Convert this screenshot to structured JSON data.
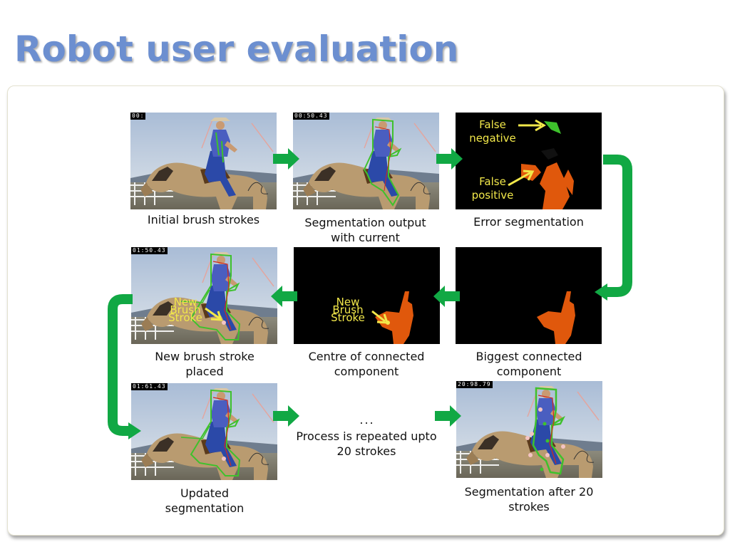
{
  "title": "Robot user evaluation",
  "colors": {
    "title": "#6c8fd0",
    "arrow": "#11a844",
    "mask": "#e0580c",
    "label": "#f2e84a",
    "outline_green": "#3ec12c",
    "outline_red": "#d42a1a"
  },
  "steps": [
    {
      "caption": "Initial brush strokes",
      "timestamp": "00:"
    },
    {
      "caption": "Segmentation output with current",
      "timestamp": "00:50.43"
    },
    {
      "caption": "Error segmentation",
      "labels": {
        "false_negative": "False negative",
        "false_positive": "False positive"
      }
    },
    {
      "caption": "Biggest connected component"
    },
    {
      "caption": "Centre of connected component",
      "label": "New Brush Stroke"
    },
    {
      "caption": "New brush stroke placed",
      "timestamp": "01:50.43",
      "label": "New Brush Stroke"
    },
    {
      "caption": "Updated segmentation",
      "timestamp": "01:61.43"
    },
    {
      "caption": "Segmentation after 20 strokes",
      "timestamp": "20:98.79"
    }
  ],
  "repeat": {
    "dots": "...",
    "text": "Process is repeated upto 20 strokes"
  }
}
